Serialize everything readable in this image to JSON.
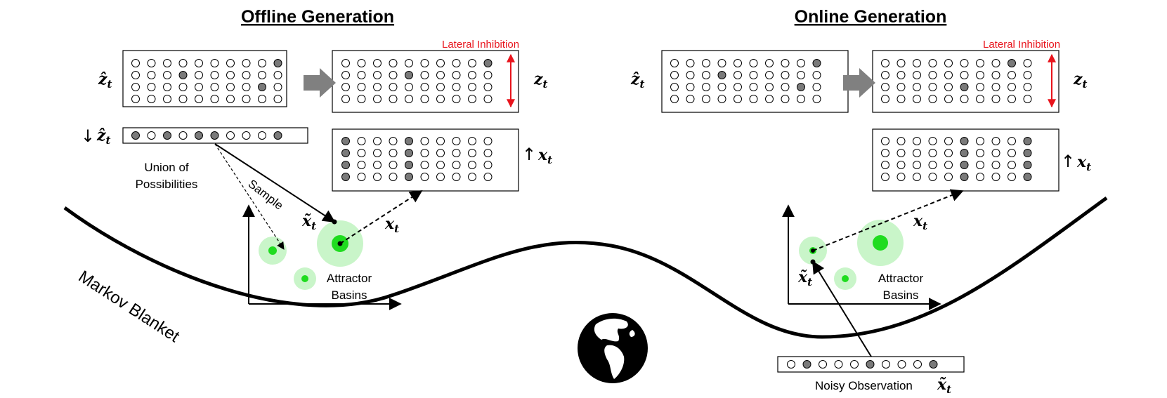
{
  "offline": {
    "title": "Offline Generation",
    "lateral_inhibition": "Lateral Inhibition",
    "z_hat_label": "ẑ",
    "z_label": "z",
    "down_label": "↓",
    "up_label": "↑",
    "x_label": "x",
    "x_tilde_label": "x̃",
    "union_line1": "Union of",
    "union_line2": "Possibilities",
    "sample": "Sample",
    "attractor_line1": "Attractor",
    "attractor_line2": "Basins"
  },
  "online": {
    "title": "Online Generation",
    "lateral_inhibition": "Lateral Inhibition",
    "z_hat_label": "ẑ",
    "z_label": "z",
    "up_label": "↑",
    "x_label": "x",
    "x_tilde_label": "x̃",
    "attractor_line1": "Attractor",
    "attractor_line2": "Basins",
    "noisy_observation": "Noisy Observation"
  },
  "subscript": "t",
  "markov_blanket": "Markov Blanket",
  "icons": {
    "globe": "globe-icon",
    "gray_arrow": "block-arrow-icon"
  },
  "colors": {
    "filled_node": "#7a7a7a",
    "attractor_core": "#1fdc1f",
    "attractor_halo": "#c9f5c9",
    "lateral_arrow": "#e8141c",
    "block_arrow": "#808080"
  },
  "grids": {
    "off_zhat": [
      [
        0,
        9
      ],
      [
        2,
        8
      ],
      [
        1,
        3
      ]
    ],
    "off_z": [
      [
        0,
        9
      ],
      [
        1,
        4
      ]
    ],
    "off_x": [
      [
        0,
        0
      ],
      [
        1,
        0
      ],
      [
        2,
        0
      ],
      [
        3,
        0
      ],
      [
        0,
        4
      ],
      [
        1,
        4
      ],
      [
        2,
        4
      ],
      [
        3,
        4
      ]
    ],
    "on_zhat": [
      [
        0,
        9
      ],
      [
        2,
        8
      ],
      [
        1,
        3
      ]
    ],
    "on_z": [
      [
        0,
        8
      ],
      [
        2,
        5
      ]
    ],
    "on_x": [
      [
        0,
        5
      ],
      [
        1,
        5
      ],
      [
        2,
        5
      ],
      [
        3,
        5
      ],
      [
        0,
        9
      ],
      [
        1,
        9
      ],
      [
        2,
        9
      ],
      [
        3,
        9
      ]
    ]
  },
  "vectors": {
    "off_down_zhat": [
      0,
      2,
      4,
      5,
      9
    ],
    "on_noisy": [
      1,
      5,
      9
    ]
  }
}
